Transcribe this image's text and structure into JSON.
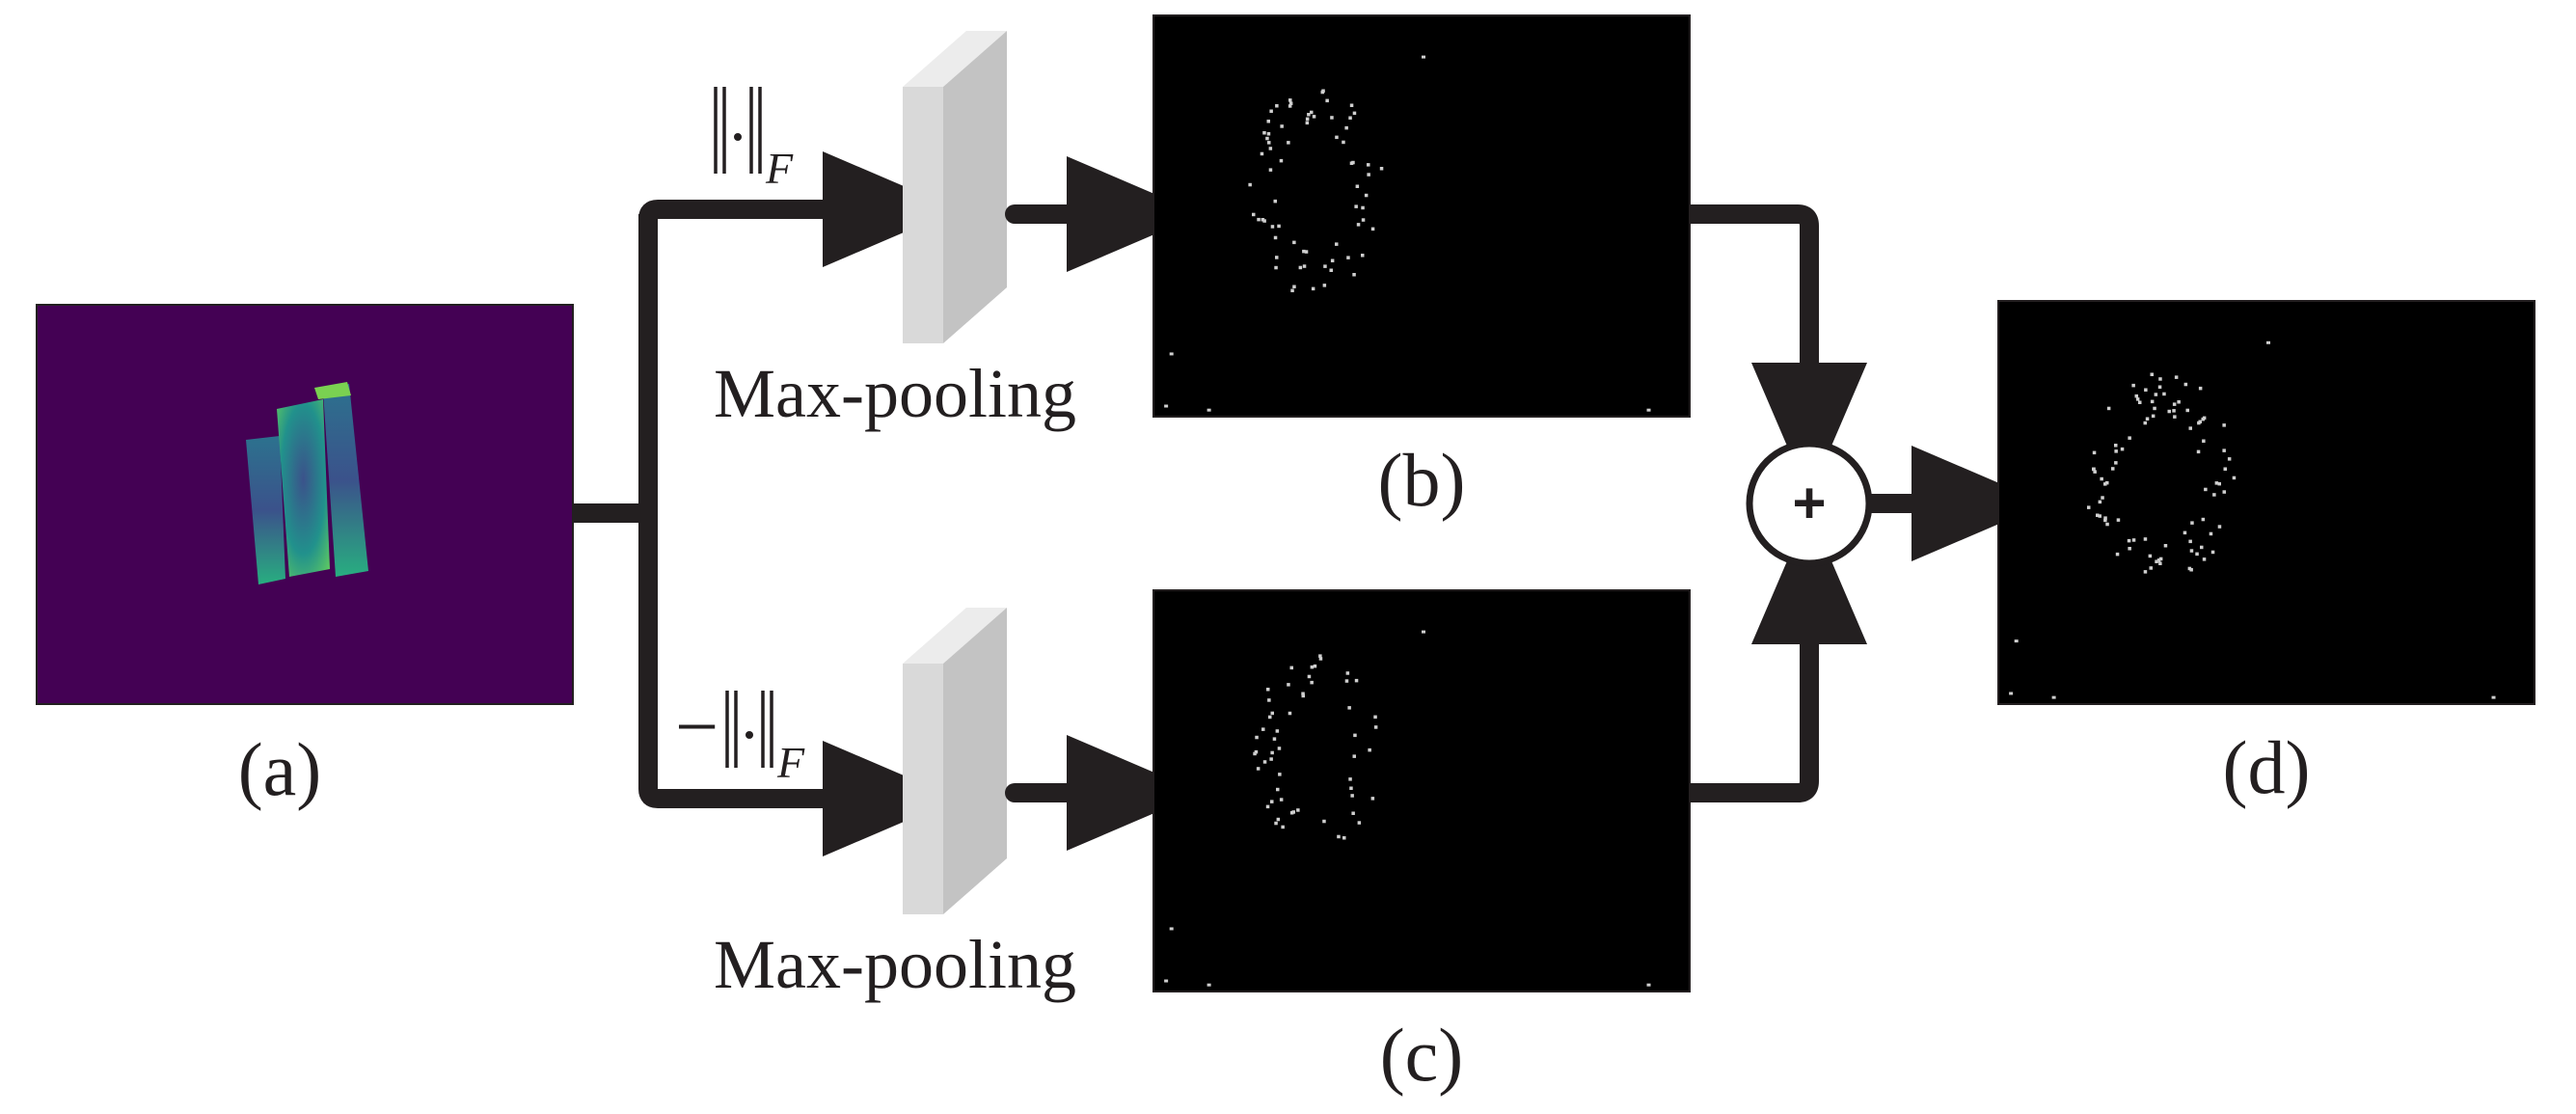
{
  "captions": {
    "a": "(a)",
    "b": "(b)",
    "c": "(c)",
    "d": "(d)"
  },
  "operators": {
    "top_norm_subscript": "F",
    "bottom_norm_prefix": "−",
    "bottom_norm_subscript": "F",
    "sum": "+"
  },
  "pooling": {
    "top_label": "Max-pooling",
    "bottom_label": "Max-pooling"
  },
  "colors": {
    "ink": "#231f20",
    "input_background": "#440154",
    "feature_background": "#000000",
    "pool_block_front": "#d9d9d9",
    "pool_block_side": "#c3c3c3",
    "pool_block_top": "#ececec",
    "keypoint": "#cfcfcf"
  }
}
